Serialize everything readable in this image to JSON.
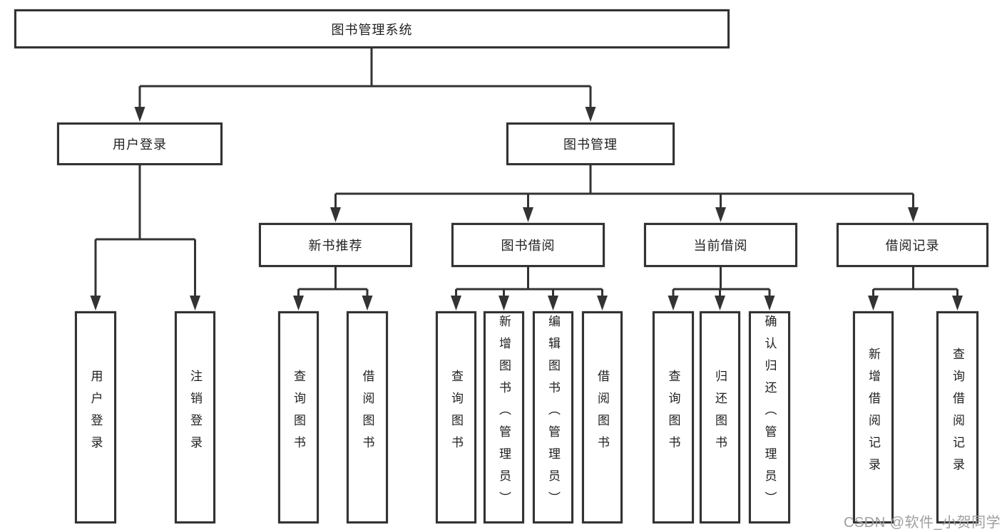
{
  "colors": {
    "line": "#333333",
    "box_fill": "#ffffff",
    "text": "#1f1f1f",
    "watermark": "#9f9f9f"
  },
  "watermark": {
    "text": "CSDN @软件_小贺同学"
  },
  "tree": {
    "root": {
      "label": "图书管理系统",
      "children": [
        {
          "label": "用户登录",
          "children": [
            {
              "label": "用户登录"
            },
            {
              "label": "注销登录"
            }
          ]
        },
        {
          "label": "图书管理",
          "children": [
            {
              "label": "新书推荐",
              "children": [
                {
                  "label": "查询图书"
                },
                {
                  "label": "借阅图书"
                }
              ]
            },
            {
              "label": "图书借阅",
              "children": [
                {
                  "label": "查询图书"
                },
                {
                  "label": "新增图书（管理员）"
                },
                {
                  "label": "编辑图书（管理员）"
                },
                {
                  "label": "借阅图书"
                }
              ]
            },
            {
              "label": "当前借阅",
              "children": [
                {
                  "label": "查询图书"
                },
                {
                  "label": "归还图书"
                },
                {
                  "label": "确认归还（管理员）"
                }
              ]
            },
            {
              "label": "借阅记录",
              "children": [
                {
                  "label": "新增借阅记录"
                },
                {
                  "label": "查询借阅记录"
                }
              ]
            }
          ]
        }
      ]
    }
  }
}
